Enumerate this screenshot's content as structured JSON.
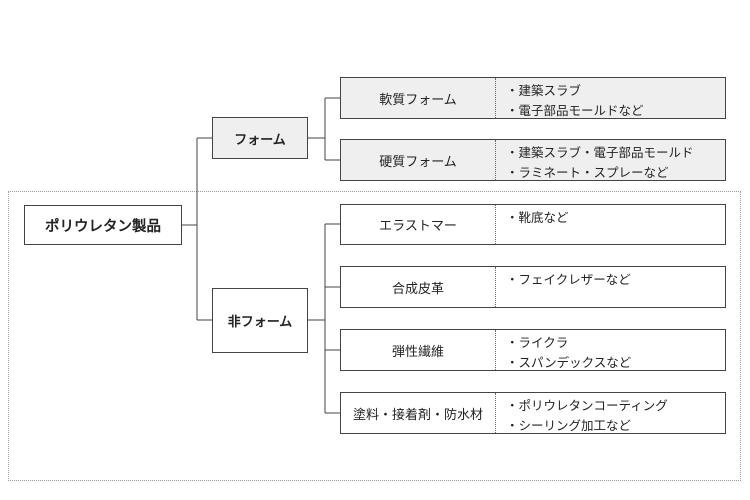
{
  "root": {
    "label": "ポリウレタン製品"
  },
  "branches": [
    {
      "label": "フォーム",
      "children": [
        {
          "label": "軟質フォーム",
          "items": [
            "・建築スラブ",
            "・電子部品モールドなど"
          ]
        },
        {
          "label": "硬質フォーム",
          "items": [
            "・建築スラブ・電子部品モールド",
            "・ラミネート・スプレーなど"
          ]
        }
      ]
    },
    {
      "label": "非フォーム",
      "children": [
        {
          "label": "エラストマー",
          "items": [
            "・靴底など"
          ]
        },
        {
          "label": "合成皮革",
          "items": [
            "・フェイクレザーなど"
          ]
        },
        {
          "label": "弾性繊維",
          "items": [
            "・ライクラ",
            "・スパンデックスなど"
          ]
        },
        {
          "label": "塗料・接着剤・防水材",
          "items": [
            "・ポリウレタンコーティング",
            "・シーリング加工など"
          ]
        }
      ]
    }
  ]
}
